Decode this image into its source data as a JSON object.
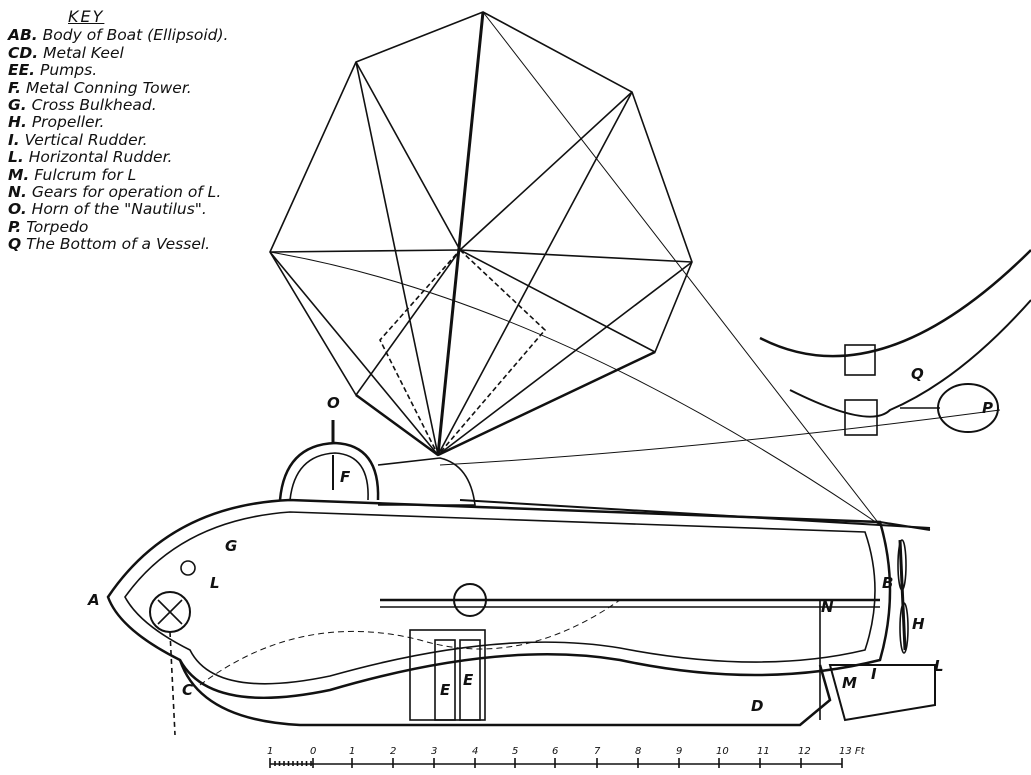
{
  "key": {
    "title": "KEY",
    "items": [
      {
        "code": "AB.",
        "text": "Body of Boat (Ellipsoid)."
      },
      {
        "code": "CD.",
        "text": "Metal Keel"
      },
      {
        "code": "EE.",
        "text": "Pumps."
      },
      {
        "code": "F.",
        "text": "Metal Conning Tower."
      },
      {
        "code": "G.",
        "text": "Cross Bulkhead."
      },
      {
        "code": "H.",
        "text": "Propeller."
      },
      {
        "code": "I.",
        "text": "Vertical Rudder."
      },
      {
        "code": "L.",
        "text": "Horizontal Rudder."
      },
      {
        "code": "M.",
        "text": "Fulcrum for L"
      },
      {
        "code": "N.",
        "text": "Gears for operation of L."
      },
      {
        "code": "O.",
        "text": "Horn of the \"Nautilus\"."
      },
      {
        "code": "P.",
        "text": "Torpedo"
      },
      {
        "code": "Q",
        "text": "The Bottom of a Vessel."
      }
    ]
  },
  "labels": {
    "O": "O",
    "F": "F",
    "G": "G",
    "A": "A",
    "B": "B",
    "H": "H",
    "N": "N",
    "C": "C",
    "D": "D",
    "E1": "E",
    "E2": "E",
    "M": "M",
    "I": "I",
    "L1": "L",
    "L2": "L",
    "Q": "Q",
    "P": "P"
  },
  "scale": {
    "ticks": [
      "1",
      "0",
      "1",
      "2",
      "3",
      "4",
      "5",
      "6",
      "7",
      "8",
      "9",
      "10",
      "11",
      "12",
      "13 Ft"
    ]
  }
}
